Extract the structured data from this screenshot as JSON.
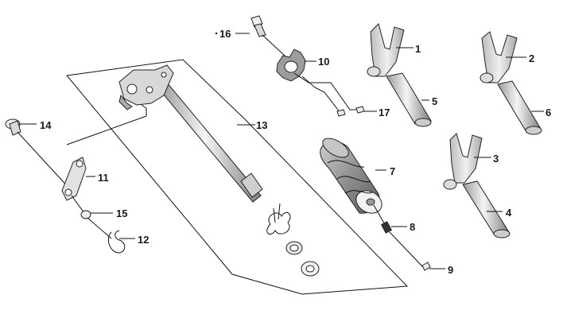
{
  "diagram": {
    "callouts": [
      {
        "id": "1",
        "text": "1"
      },
      {
        "id": "2",
        "text": "2"
      },
      {
        "id": "3",
        "text": "3"
      },
      {
        "id": "4",
        "text": "4"
      },
      {
        "id": "5",
        "text": "5"
      },
      {
        "id": "6",
        "text": "6"
      },
      {
        "id": "7",
        "text": "7"
      },
      {
        "id": "8",
        "text": "8"
      },
      {
        "id": "9",
        "text": "9"
      },
      {
        "id": "10",
        "text": "10"
      },
      {
        "id": "11",
        "text": "11"
      },
      {
        "id": "12",
        "text": "12"
      },
      {
        "id": "13",
        "text": "13"
      },
      {
        "id": "14",
        "text": "14"
      },
      {
        "id": "15",
        "text": "15"
      },
      {
        "id": "16",
        "text": "16"
      },
      {
        "id": "17",
        "text": "17"
      }
    ],
    "colors": {
      "line": "#111111",
      "part_fill": "#eeeeee",
      "part_shade": "#8a8a8a",
      "background": "#ffffff"
    }
  }
}
